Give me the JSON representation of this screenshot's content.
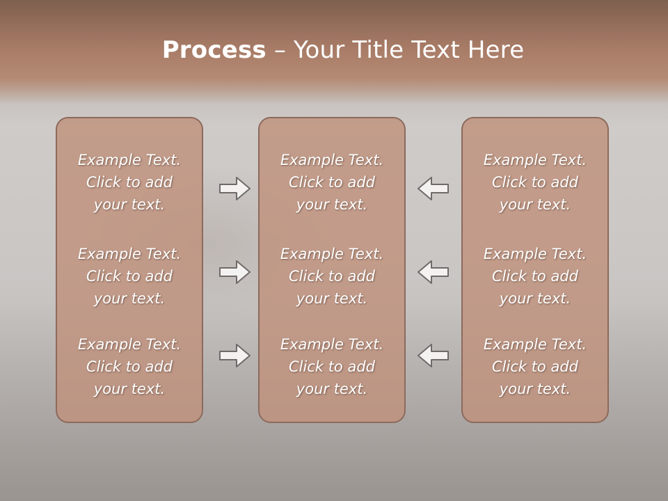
{
  "slide": {
    "title_strong": "Process",
    "title_rest": " – Your Title Text Here"
  },
  "columns": [
    {
      "items": [
        {
          "line1": "Example Text.",
          "line2": "Click  to add",
          "line3": "your text."
        },
        {
          "line1": "Example Text.",
          "line2": "Click  to add",
          "line3": "your text."
        },
        {
          "line1": "Example Text.",
          "line2": "Click  to add",
          "line3": "your text."
        }
      ]
    },
    {
      "items": [
        {
          "line1": "Example Text.",
          "line2": "Click  to add",
          "line3": "your text."
        },
        {
          "line1": "Example Text.",
          "line2": "Click  to add",
          "line3": "your text."
        },
        {
          "line1": "Example Text.",
          "line2": "Click  to add",
          "line3": "your text."
        }
      ]
    },
    {
      "items": [
        {
          "line1": "Example Text.",
          "line2": "Click  to add",
          "line3": "your text."
        },
        {
          "line1": "Example Text.",
          "line2": "Click  to add",
          "line3": "your text."
        },
        {
          "line1": "Example Text.",
          "line2": "Click  to add",
          "line3": "your text."
        }
      ]
    }
  ],
  "arrows": {
    "left_group": "arrow-right-icon",
    "right_group": "arrow-left-icon"
  },
  "colors": {
    "title_band": "#a77b66",
    "box_fill": "#bf917c",
    "box_border": "#8c6a5c",
    "text": "#ffffff"
  }
}
